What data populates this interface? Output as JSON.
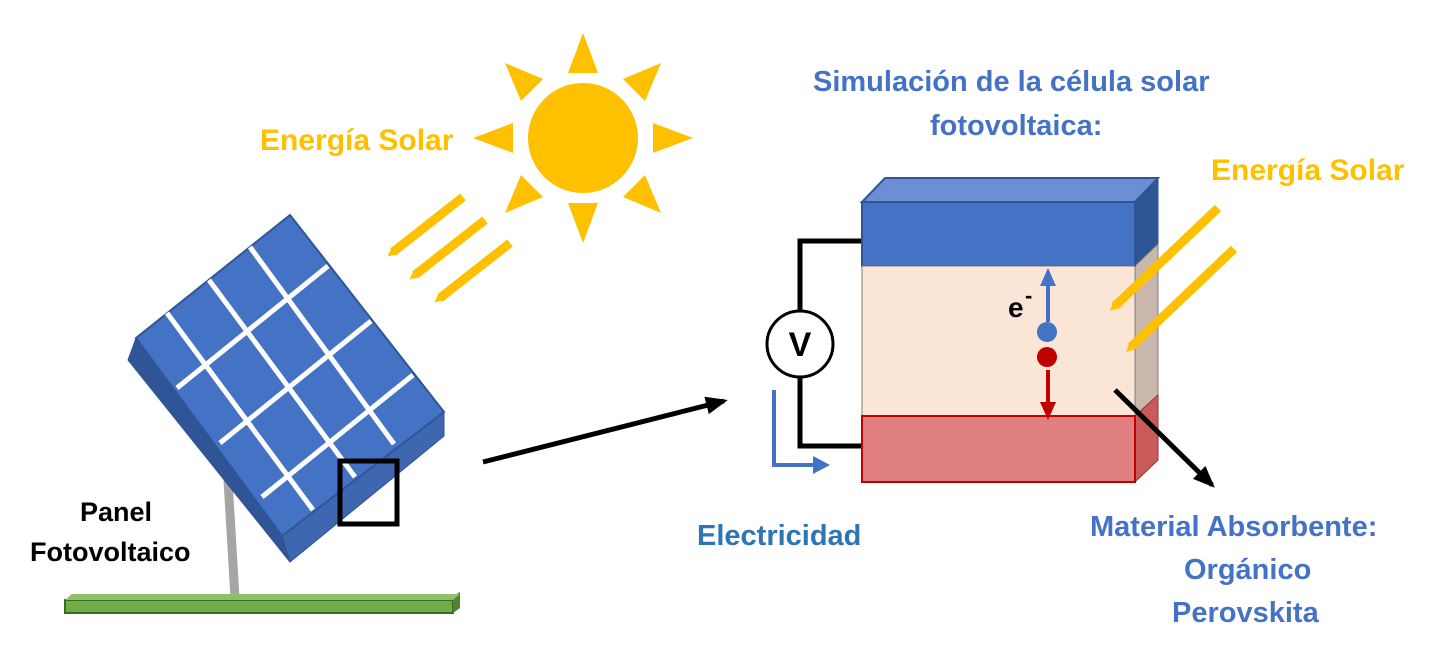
{
  "labels": {
    "solar_energy_left": "Energía Solar",
    "solar_energy_right": "Energía Solar",
    "simulation_title_line1": "Simulación de la célula solar",
    "simulation_title_line2": "fotovoltaica:",
    "panel_line1": "Panel",
    "panel_line2": "Fotovoltaico",
    "electricity": "Electricidad",
    "absorber_line1": "Material Absorbente:",
    "absorber_line2": "Orgánico",
    "absorber_line3": "Perovskita",
    "voltmeter": "V",
    "electron_symbol": "e",
    "electron_superscript": "-"
  },
  "colors": {
    "sun": "#FFC000",
    "panel_blue": "#4472C4",
    "top_layer": "#4472C4",
    "absorber_layer": "#FBE5D6",
    "bottom_layer": "#E07F7F",
    "electron": "#4472C4",
    "hole": "#C00000",
    "ground": "#70AD47"
  }
}
